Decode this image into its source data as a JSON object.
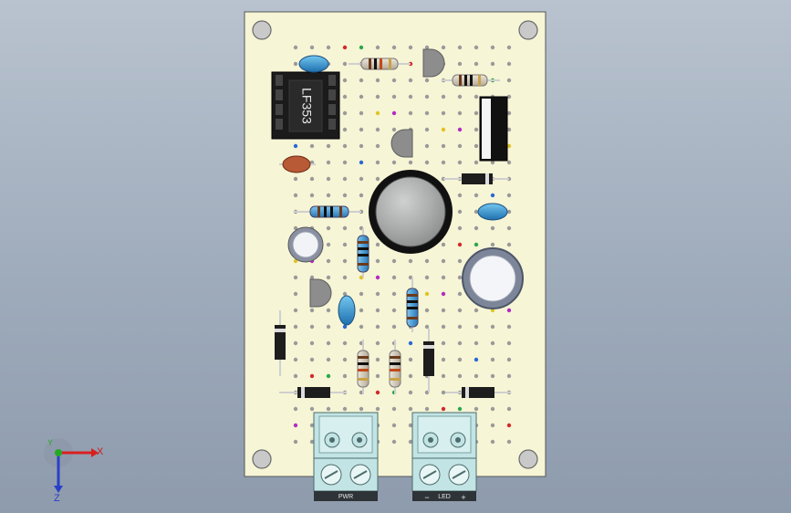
{
  "viewport": {
    "background_top": "#b9c3cf",
    "background_bottom": "#8e9bad"
  },
  "board": {
    "color": "#f6f5d6",
    "edge": "#555555"
  },
  "chip": {
    "text": "LF353"
  },
  "terminals": [
    {
      "label": "PWR"
    },
    {
      "label": "LED"
    }
  ],
  "led_terminal_marks": {
    "minus": "−",
    "plus": "+"
  },
  "triad": {
    "x_label": "X",
    "y_label": "Y",
    "z_label": "Z",
    "x_color": "#d92020",
    "y_color": "#25a825",
    "z_color": "#2a3fc8"
  },
  "palette": {
    "hole": "#9a9a9a",
    "resistor_body": "#d2c7b4",
    "capacitor_blue": "#2f8fd0",
    "ceramic_red": "#b85a35",
    "diode_body": "#1d1d1d",
    "terminal_green": "#c2e4e4"
  }
}
